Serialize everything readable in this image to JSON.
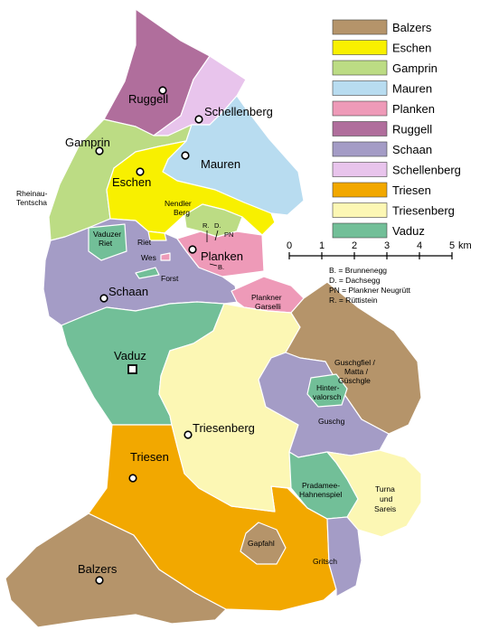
{
  "colors": {
    "Balzers": "#b5946a",
    "Eschen": "#f8f000",
    "Gamprin": "#bcdc84",
    "Mauren": "#b8dcf0",
    "Planken": "#ee9ab8",
    "Ruggell": "#b06e9c",
    "Schaan": "#a49cc6",
    "Schellenberg": "#e8c4ec",
    "Triesen": "#f2a800",
    "Triesenberg": "#fcf7b4",
    "Vaduz": "#72bf98"
  },
  "legend": [
    {
      "key": "Balzers",
      "label": "Balzers"
    },
    {
      "key": "Eschen",
      "label": "Eschen"
    },
    {
      "key": "Gamprin",
      "label": "Gamprin"
    },
    {
      "key": "Mauren",
      "label": "Mauren"
    },
    {
      "key": "Planken",
      "label": "Planken"
    },
    {
      "key": "Ruggell",
      "label": "Ruggell"
    },
    {
      "key": "Schaan",
      "label": "Schaan"
    },
    {
      "key": "Schellenberg",
      "label": "Schellenberg"
    },
    {
      "key": "Triesen",
      "label": "Triesen"
    },
    {
      "key": "Triesenberg",
      "label": "Triesenberg"
    },
    {
      "key": "Vaduz",
      "label": "Vaduz"
    }
  ],
  "scale": {
    "ticks": [
      "0",
      "1",
      "2",
      "3",
      "4",
      "5"
    ],
    "unit": "km"
  },
  "abbreviations": [
    "B.  = Brunnenegg",
    "D.  = Dachsegg",
    "PN = Plankner Neugrütt",
    "R.  = Rüttistein"
  ],
  "labels": {
    "ruggell": "Ruggell",
    "schellenberg": "Schellenberg",
    "gamprin": "Gamprin",
    "mauren": "Mauren",
    "eschen": "Eschen",
    "rheinau_1": "Rheinau-",
    "rheinau_2": "Tentscha",
    "nendler_1": "Nendler",
    "nendler_2": "Berg",
    "r": "R.",
    "d": "D.",
    "pn": "PN",
    "vaduzer_riet_1": "Vaduzer",
    "vaduzer_riet_2": "Riet",
    "riet": "Riet",
    "wes": "Wes",
    "planken": "Planken",
    "b": "B.",
    "forst": "Forst",
    "schaan": "Schaan",
    "plankner_garselli_1": "Plankner",
    "plankner_garselli_2": "Garselli",
    "vaduz": "Vaduz",
    "guschgfiel_1": "Guschgfiel /",
    "guschgfiel_2": "Matta /",
    "guschgfiel_3": "Güschgle",
    "hinter_1": "Hinter-",
    "hinter_2": "valorsch",
    "guschg": "Guschg",
    "triesenberg": "Triesenberg",
    "triesen": "Triesen",
    "pradamee_1": "Pradamee-",
    "pradamee_2": "Hahnenspiel",
    "turna_1": "Turna",
    "turna_2": "und",
    "turna_3": "Sareis",
    "gapfahl": "Gapfahl",
    "gritsch": "Gritsch",
    "balzers": "Balzers"
  }
}
